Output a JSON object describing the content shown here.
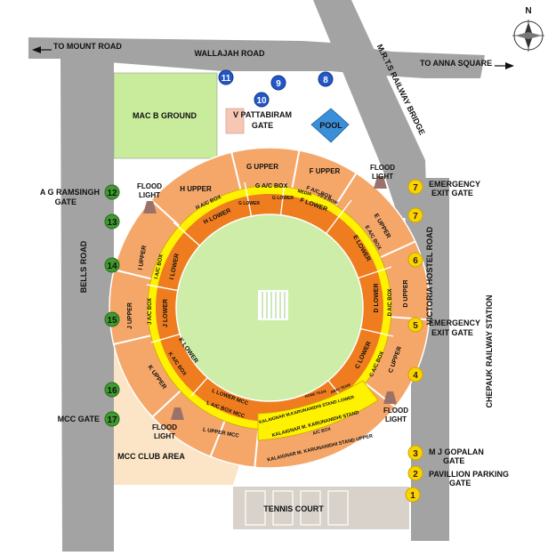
{
  "compass": {
    "north_label": "N"
  },
  "roads": {
    "wallajah": "WALLAJAH ROAD",
    "to_mount": "TO MOUNT ROAD",
    "to_anna": "TO ANNA SQUARE",
    "bells": "BELLS ROAD",
    "victoria": "VICTORIA HOSTEL ROAD",
    "chepauk": "CHEPAUK RAILWAY STATION",
    "mrts": "M.R.T.S RAILWAY BRIDGE"
  },
  "areas": {
    "mac_b": "MAC B GROUND",
    "pattabiram_line1": "V PATTABIRAM",
    "pattabiram_line2": "GATE",
    "pool": "POOL",
    "mcc_club": "MCC CLUB AREA",
    "tennis": "TENNIS COURT"
  },
  "stands": {
    "g_upper": "G UPPER",
    "f_upper": "F UPPER",
    "h_upper": "H UPPER",
    "e_upper": "E UPPER",
    "i_upper": "I UPPER",
    "d_upper": "D UPPER",
    "j_upper": "J UPPER",
    "c_upper": "C UPPER",
    "k_upper": "K UPPER",
    "g_box": "G A/C BOX",
    "f_box": "F A/C BOX",
    "h_box": "H A/C BOX",
    "e_box": "E A/C BOX",
    "i_box": "I A/C BOX",
    "d_box": "D A/C BOX",
    "j_box": "J A/C BOX",
    "c_box": "C A/C BOX",
    "k_box": "K A/C BOX",
    "g_lower_l": "G LOWER",
    "g_lower_r": "G LOWER",
    "f_lower": "F LOWER",
    "h_lower": "H LOWER",
    "e_lower": "E LOWER",
    "i_lower": "I LOWER",
    "d_lower": "D LOWER",
    "j_lower": "J LOWER",
    "c_lower": "C LOWER",
    "k_lower": "K LOWER",
    "media": "MEDIA",
    "f22": "F2-2 ROW",
    "l_lower_mcc": "L LOWER MCC",
    "l_box_mcc": "L A/C BOX MCC",
    "l_upper_mcc": "L UPPER MCC",
    "kal_lower": "KALAIGNAR M.KARUNANIDHI STAND LOWER",
    "kal_box_line1": "KALAIGNAR M. KARUNANIDHI STAND",
    "kal_box_line2": "A/C BOX",
    "kal_upper": "KALAIGNAR M. KARUNANIDHI STAND UPPER",
    "home_team": "HOME TEAM",
    "away_team": "AWAY TEAM"
  },
  "floodlights": {
    "label_1": "FLOOD",
    "label_2": "LIGHT"
  },
  "gates": {
    "g1": "1",
    "g2": "2",
    "g3": "3",
    "g4": "4",
    "g5": "5",
    "g6": "6",
    "g7a": "7",
    "g7b": "7",
    "g8": "8",
    "g9": "9",
    "g10": "10",
    "g11": "11",
    "g12": "12",
    "g13": "13",
    "g14": "14",
    "g15": "15",
    "g16": "16",
    "g17": "17"
  },
  "gate_labels": {
    "emergency_top_1": "EMERGENCY",
    "emergency_top_2": "EXIT GATE",
    "emergency_mid_1": "EMERGENCY",
    "emergency_mid_2": "EXIT GATE",
    "mj_1": "M J GOPALAN",
    "mj_2": "GATE",
    "pav_1": "PAVILLION PARKING",
    "pav_2": "GATE",
    "agr_1": "A G RAMSINGH",
    "agr_2": "GATE",
    "mcc_gate": "MCC GATE"
  },
  "colors": {
    "road": "#a3a3a3",
    "outer_stand": "#f5a76a",
    "ac_box": "#fff200",
    "lower_stand": "#ef7d1f",
    "field": "#cdeda8",
    "mac_b": "#c8ec9c",
    "mcc_club": "#fbe5c6",
    "pool": "#3b8fd8",
    "pattabiram": "#f7c6b4",
    "gate_yellow": "#fcd200",
    "gate_blue": "#2357c6",
    "gate_green": "#3f9b2f"
  }
}
